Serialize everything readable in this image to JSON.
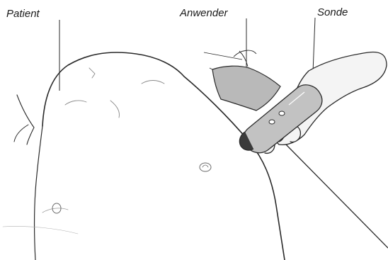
{
  "labels": {
    "patient": "Patient",
    "user": "Anwender",
    "probe": "Sonde"
  },
  "colors": {
    "line": "#2a2a2a",
    "sleeve_shade": "#b9b9b9",
    "probe_body": "#c2c2c2",
    "probe_tip": "#3a3a3a",
    "glove": "#f4f4f4"
  }
}
